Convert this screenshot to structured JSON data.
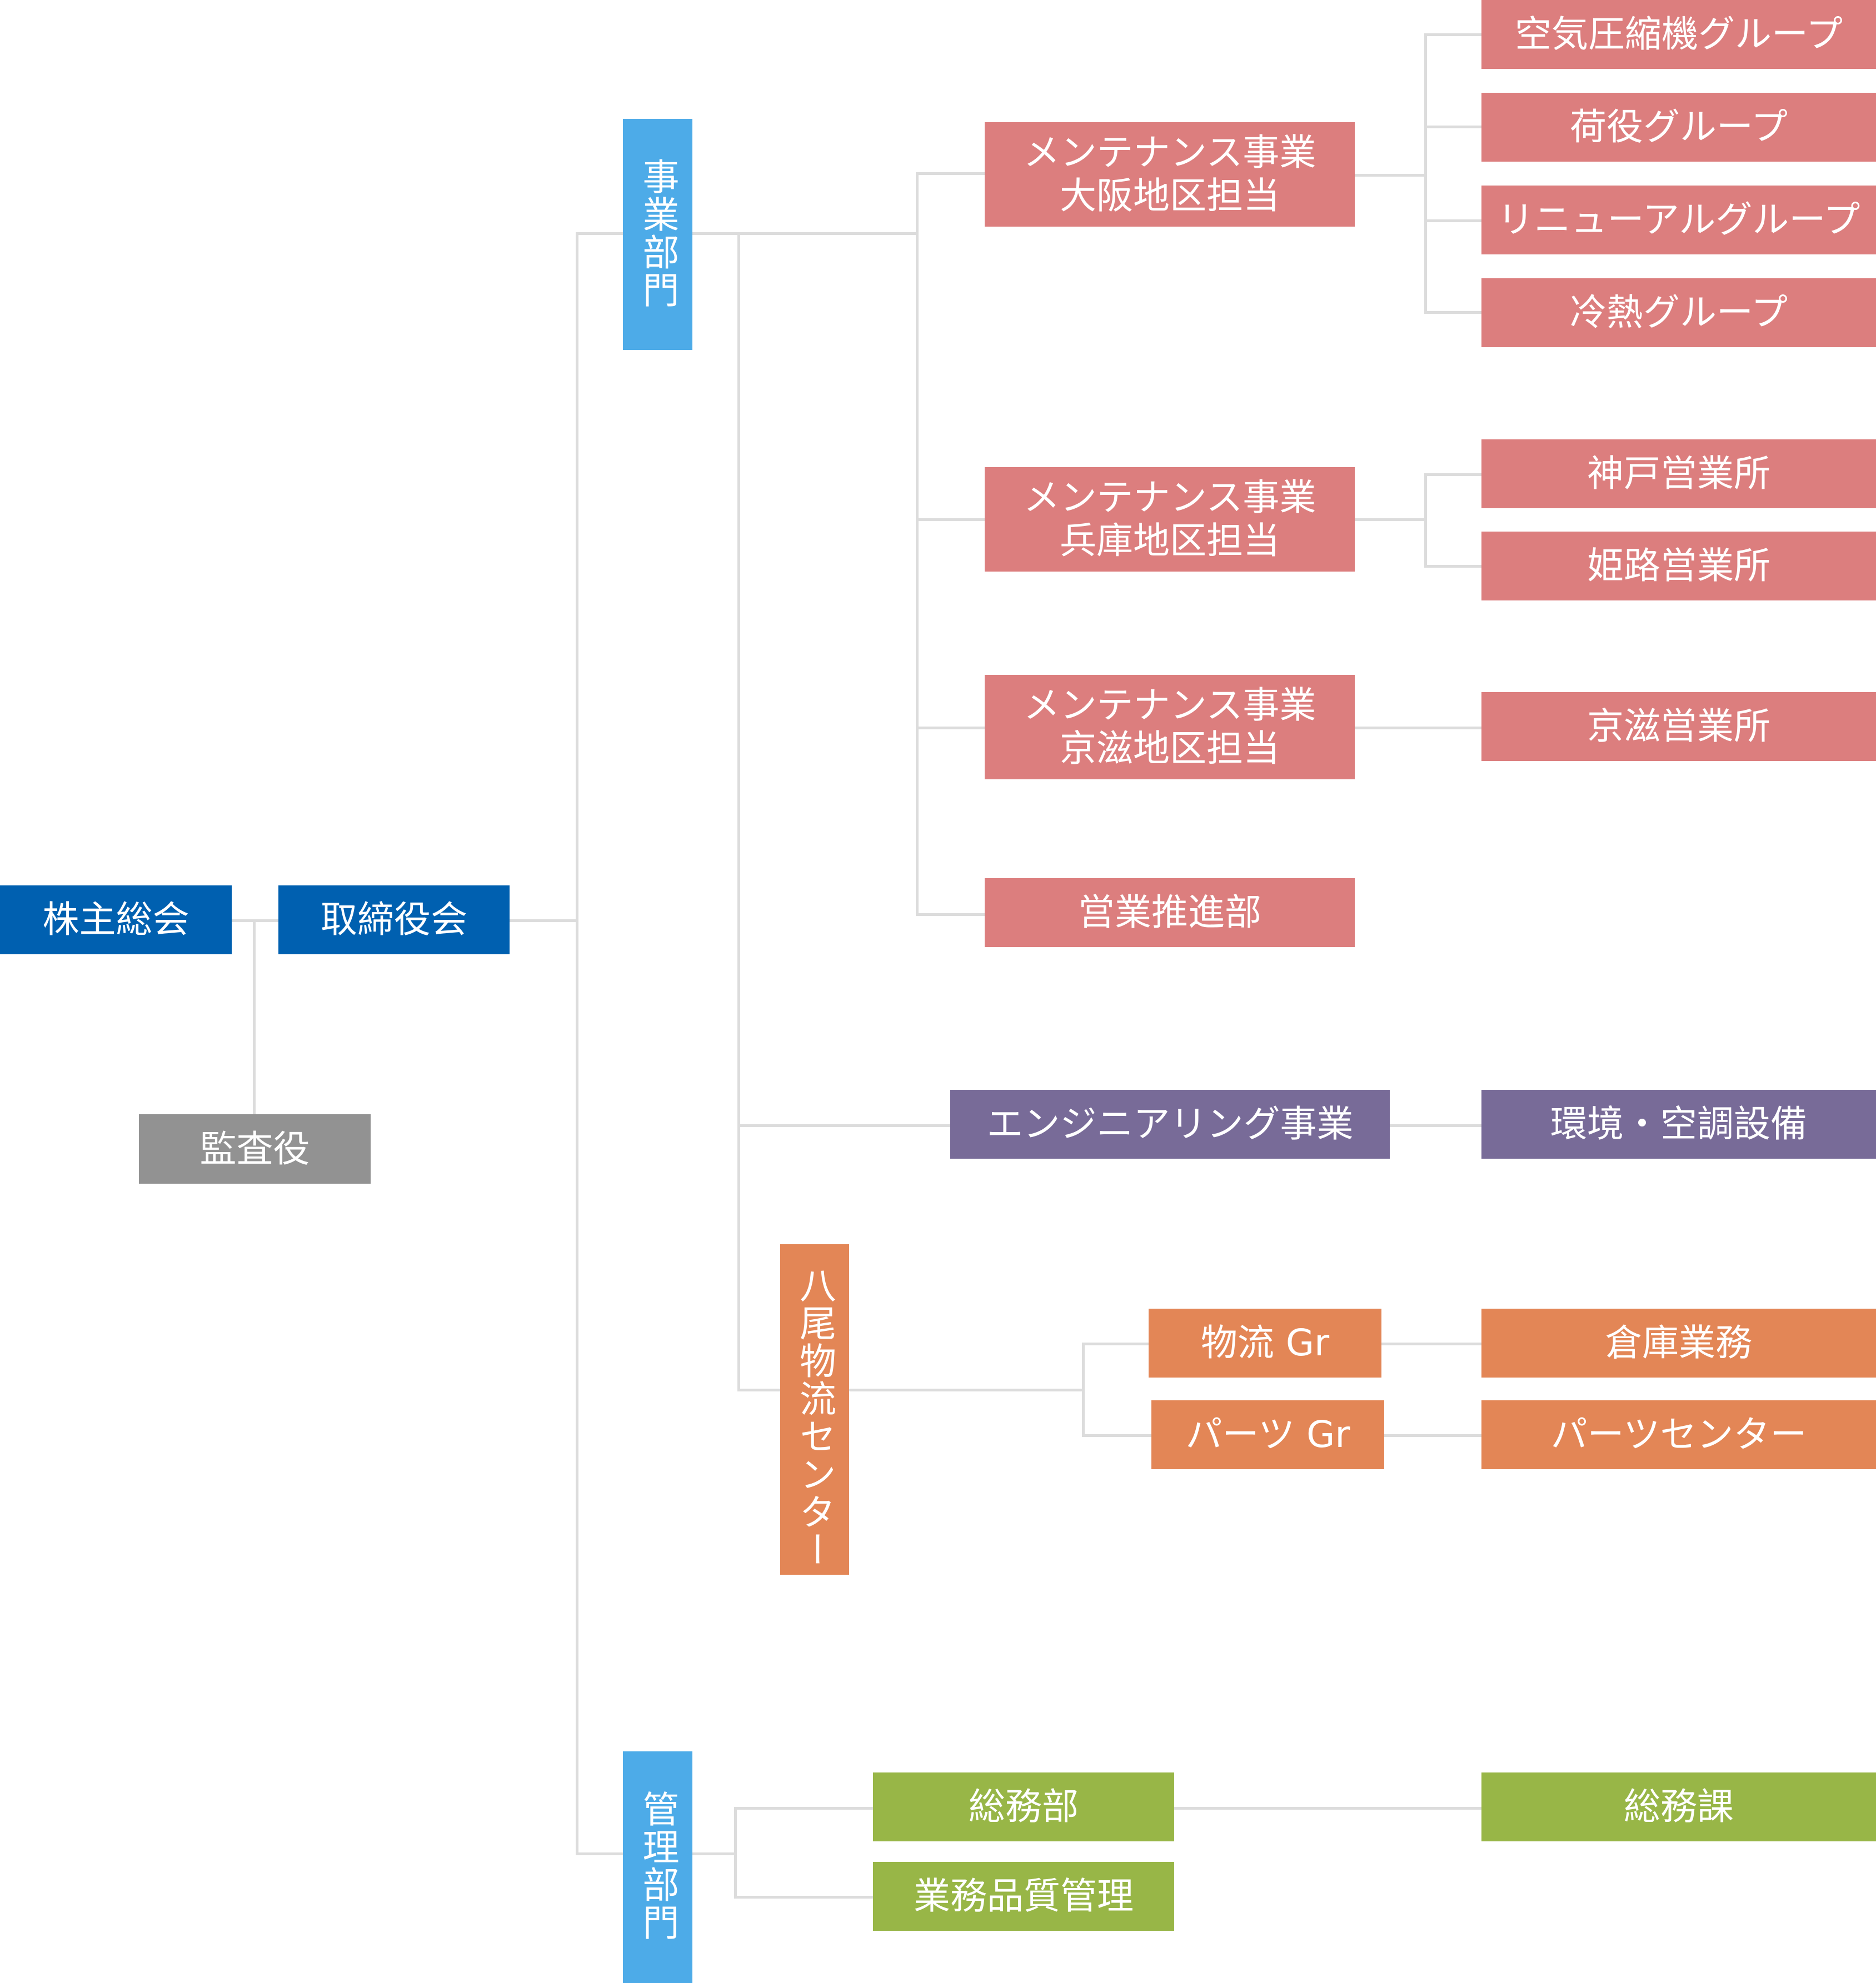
{
  "title": "組織図",
  "colors": {
    "top": "#0060b0",
    "audit": "#929292",
    "division": "#4dabe8",
    "maintenance": "#dc7e7e",
    "engineering": "#786b98",
    "logistics": "#e38656",
    "admin": "#98b647",
    "connector": "#dcdcdc"
  },
  "top": {
    "shareholders": "株主総会",
    "board": "取締役会",
    "auditor": "監査役"
  },
  "business_division": {
    "label": "事業部門",
    "maintenance": [
      {
        "line1": "メンテナンス事業",
        "line2": "大阪地区担当",
        "children": [
          "空気圧縮機グループ",
          "荷役グループ",
          "リニューアルグループ",
          "冷熱グループ"
        ]
      },
      {
        "line1": "メンテナンス事業",
        "line2": "兵庫地区担当",
        "children": [
          "神戸営業所",
          "姫路営業所"
        ]
      },
      {
        "line1": "メンテナンス事業",
        "line2": "京滋地区担当",
        "children": [
          "京滋営業所"
        ]
      }
    ],
    "sales_promotion": "営業推進部",
    "engineering": {
      "label": "エンジニアリング事業",
      "child": "環境・空調設備"
    },
    "logistics_center": {
      "label": "八尾物流センター",
      "groups": [
        {
          "label": "物流 Gr",
          "child": "倉庫業務"
        },
        {
          "label": "パーツ Gr",
          "child": "パーツセンター"
        }
      ]
    }
  },
  "admin_division": {
    "label": "管理部門",
    "units": [
      {
        "label": "総務部",
        "child": "総務課"
      },
      {
        "label": "業務品質管理"
      }
    ]
  }
}
